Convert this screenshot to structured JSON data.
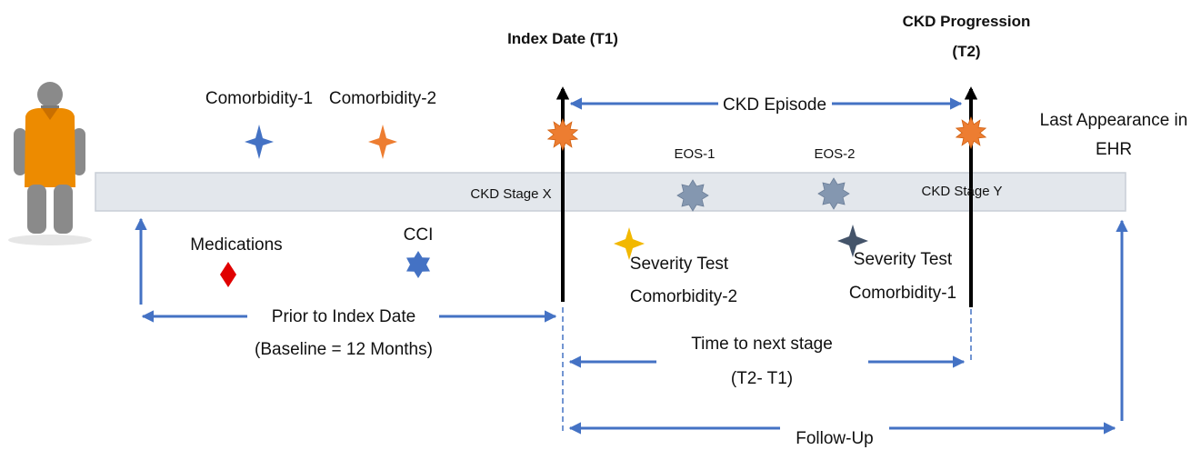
{
  "labels": {
    "index_date": "Index Date (T1)",
    "ckd_progression_line1": "CKD Progression",
    "ckd_progression_line2": "(T2)",
    "comorbidity_1": "Comorbidity-1",
    "comorbidity_2": "Comorbidity-2",
    "ckd_episode": "CKD Episode",
    "last_appearance_line1": "Last Appearance in",
    "last_appearance_line2": "EHR",
    "eos_1": "EOS-1",
    "eos_2": "EOS-2",
    "ckd_stage_x": "CKD Stage X",
    "ckd_stage_y": "CKD Stage Y",
    "medications": "Medications",
    "cci": "CCI",
    "severity_test_1_line1": "Severity Test",
    "severity_test_1_line2": "Comorbidity-2",
    "severity_test_2_line1": "Severity Test",
    "severity_test_2_line2": "Comorbidity-1",
    "prior_line1": "Prior to Index Date",
    "prior_line2": "(Baseline = 12 Months)",
    "time_next_line1": "Time to next stage",
    "time_next_line2": "(T2- T1)",
    "follow_up": "Follow-Up"
  },
  "colors": {
    "arrow": "#4472c4",
    "timeline_band": "#e3e7ec",
    "comorbidity_1_star": "#4472c4",
    "comorbidity_2_star": "#ed7d31",
    "event_burst": "#ed7d31",
    "eos_star": "#8497b0",
    "medication_diamond": "#e00000",
    "cci_star": "#4472c4",
    "severity_star_1": "#f2b800",
    "severity_star_2": "#44546a",
    "patient_gown": "#ed8b00"
  },
  "icons": {
    "patient": "patient-figure-icon",
    "comorbidity": "four-point-star-icon",
    "event": "burst-icon",
    "eos": "eight-point-star-icon",
    "medication": "diamond-icon",
    "cci": "six-point-star-icon"
  }
}
